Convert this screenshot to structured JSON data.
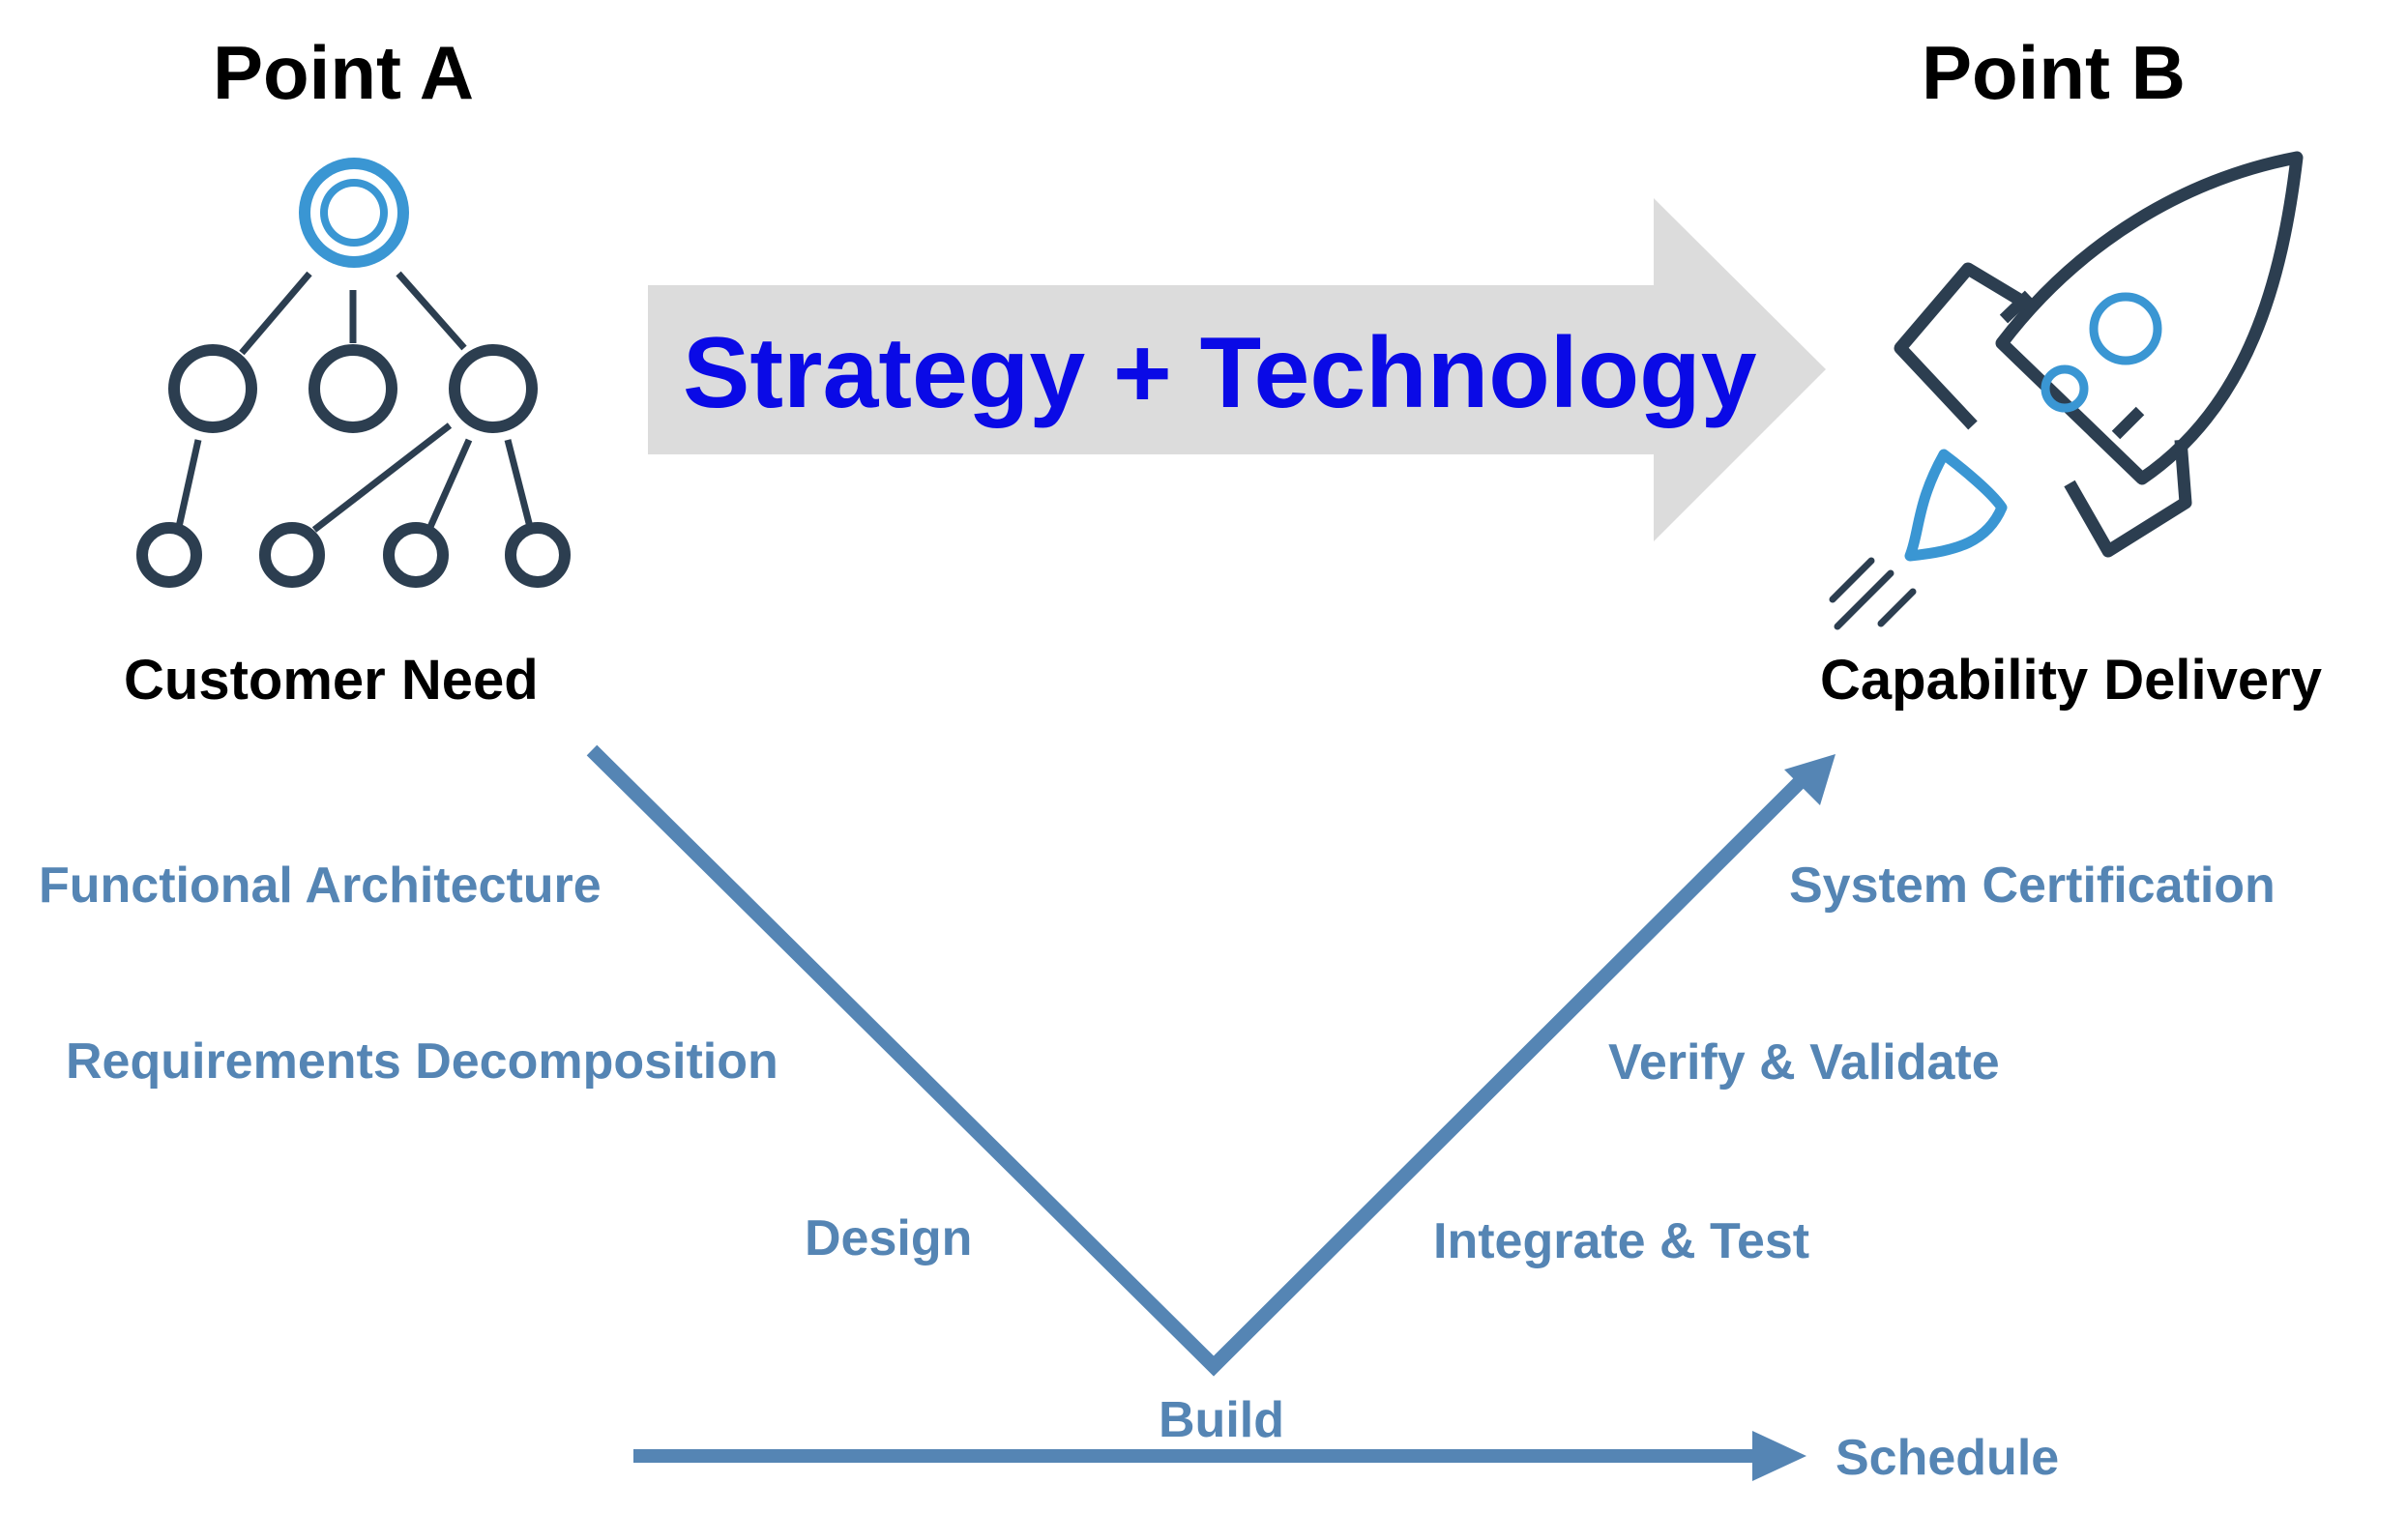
{
  "colors": {
    "primary_dark": "#2c3e50",
    "icon_blue": "#3a96d3",
    "vee_blue": "#5585b4",
    "arrow_gray": "#dcdcdc",
    "strategy_text": "#0a0ae6",
    "text_black": "#000000"
  },
  "point_a": {
    "title": "Point A",
    "icon": "org-hierarchy-icon",
    "label": "Customer Need"
  },
  "point_b": {
    "title": "Point B",
    "icon": "rocket-icon",
    "label": "Capability Delivery"
  },
  "big_arrow": {
    "label": "Strategy + Technology",
    "icon": "right-arrow-icon"
  },
  "vee": {
    "left_stages": [
      "Functional Architecture",
      "Requirements Decomposition",
      "Design"
    ],
    "bottom_stage": "Build",
    "right_stages": [
      "System Certification",
      "Verify & Validate",
      "Integrate & Test"
    ]
  },
  "timeline": {
    "label": "Schedule",
    "icon": "right-arrow-icon"
  }
}
